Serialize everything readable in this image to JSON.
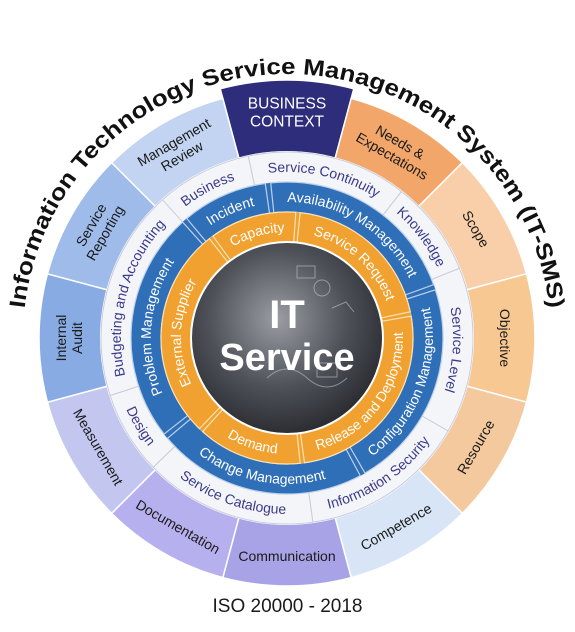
{
  "title": "Information Technology Service Management System (IT-SMS)",
  "footer": "ISO 20000 - 2018",
  "center": {
    "line1": "IT",
    "line2": "Service"
  },
  "outer_ring": [
    {
      "label": [
        "BUSINESS",
        "CONTEXT"
      ],
      "color": "#2e2d7c",
      "text_color": "#ffffff",
      "highlight": true
    },
    {
      "label": [
        "Needs &",
        "Expectations"
      ],
      "color": "#f2a66a",
      "text_color": "#1a1a1a"
    },
    {
      "label": [
        "Scope"
      ],
      "color": "#f8cfa8",
      "text_color": "#1a1a1a"
    },
    {
      "label": [
        "Objective"
      ],
      "color": "#f8c893",
      "text_color": "#1a1a1a"
    },
    {
      "label": [
        "Resource"
      ],
      "color": "#f5c99e",
      "text_color": "#1a1a1a"
    },
    {
      "label": [
        "Competence"
      ],
      "color": "#d7e5f6",
      "text_color": "#1a1a1a"
    },
    {
      "label": [
        "Communication"
      ],
      "color": "#a7a3e6",
      "text_color": "#1a1a1a"
    },
    {
      "label": [
        "Documentation"
      ],
      "color": "#b7b0ee",
      "text_color": "#1a1a1a"
    },
    {
      "label": [
        "Measurement"
      ],
      "color": "#c3c6ee",
      "text_color": "#1a1a1a"
    },
    {
      "label": [
        "Internal",
        "Audit"
      ],
      "color": "#88abe3",
      "text_color": "#1a1a1a"
    },
    {
      "label": [
        "Service",
        "Reporting"
      ],
      "color": "#9ebbea",
      "text_color": "#1a1a1a"
    },
    {
      "label": [
        "Management",
        "Review"
      ],
      "color": "#c2d4f2",
      "text_color": "#1a1a1a"
    }
  ],
  "white_ring": {
    "items": [
      "Business",
      "Service Continuity",
      "Knowledge",
      "Service Level",
      "Information Security",
      "Service Catalogue",
      "Design",
      "Budgeting and Accounting"
    ],
    "text_color": "#3a3a8a"
  },
  "blue_ring": {
    "items": [
      "Incident",
      "Availability Management",
      "Configuration Management",
      "Change Management",
      "Problem Management"
    ],
    "color": "#2f6fb8",
    "text_color": "#ffffff"
  },
  "orange_ring": {
    "items": [
      "Capacity",
      "Service Request",
      "Release and Deployment",
      "Demand",
      "External Supplier"
    ],
    "color": "#f0a12f",
    "text_color": "#ffffff"
  }
}
